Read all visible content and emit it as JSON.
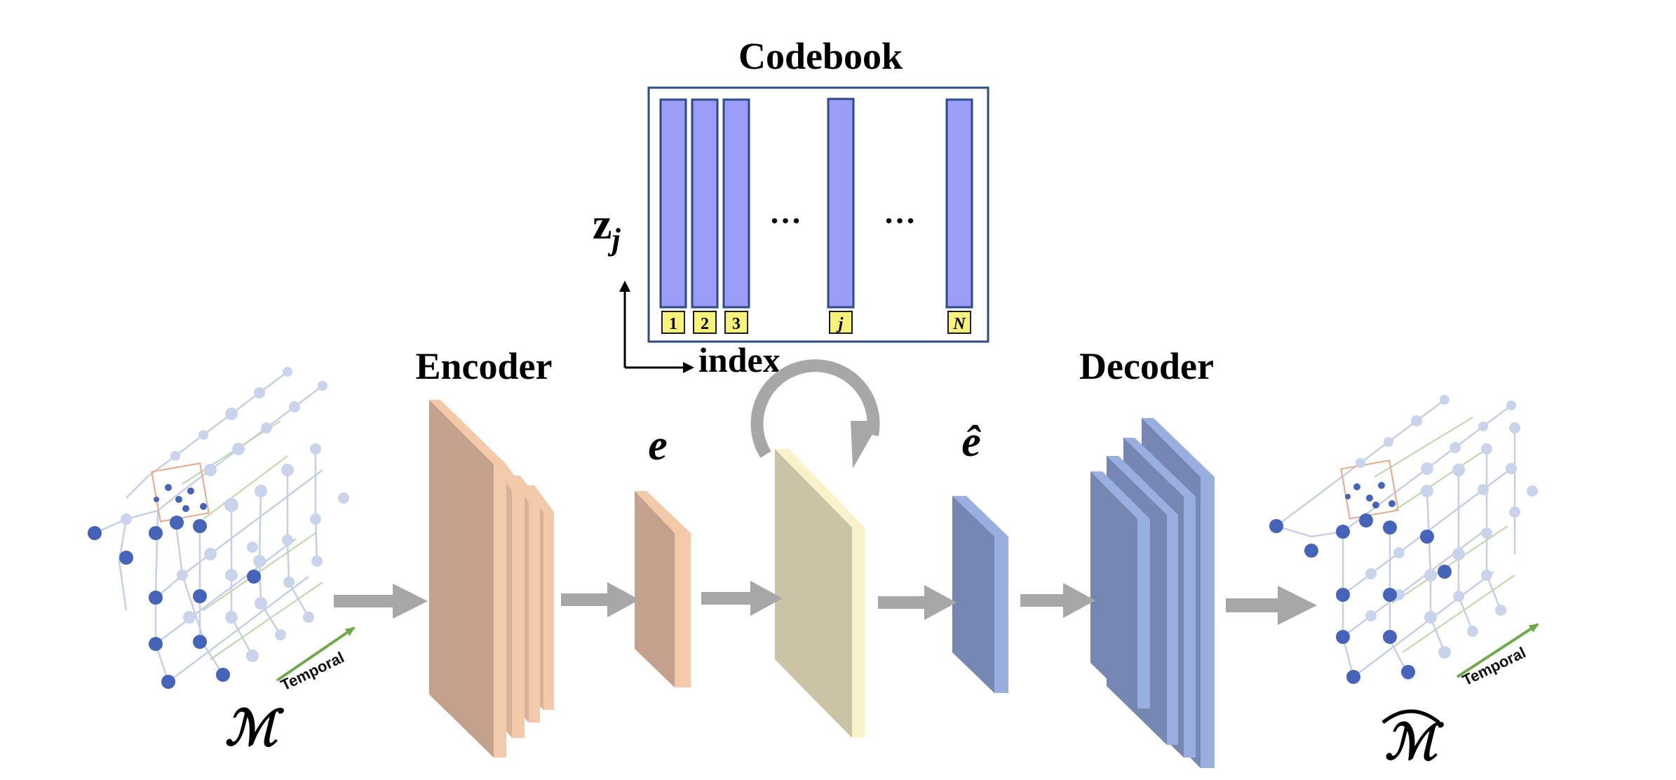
{
  "codebook": {
    "title": "Codebook",
    "vector_label": "z",
    "vector_subscript": "j",
    "axis_label": "index",
    "ellipsis_1": "…",
    "ellipsis_2": "…",
    "indices": [
      "1",
      "2",
      "3",
      "j",
      "N"
    ]
  },
  "encoder": {
    "label": "Encoder"
  },
  "decoder": {
    "label": "Decoder"
  },
  "latent": {
    "label": "e"
  },
  "quantized": {
    "label": "ê"
  },
  "input_motion": {
    "symbol": "ℳ",
    "axis_label": "Temporal"
  },
  "output_motion": {
    "symbol": "ℳ",
    "accent": "ˆ",
    "axis_label": "Temporal"
  },
  "colors": {
    "encoder": "#c4a18c",
    "encoder_light": "#f3c9a9",
    "quant_face": "#cbc3a5",
    "quant_edge": "#fbf2cc",
    "decoder": "#7787b3",
    "decoder_light": "#9aaedf",
    "codebook_bar": "#9a9cf7",
    "codebook_border": "#2e4a8a",
    "index_box": "#f6f27a",
    "arrow": "#a7a7a7",
    "joint": "#4563b8",
    "joint_faded": "#c9d4ec",
    "temporal_arrow": "#6faa4a"
  }
}
